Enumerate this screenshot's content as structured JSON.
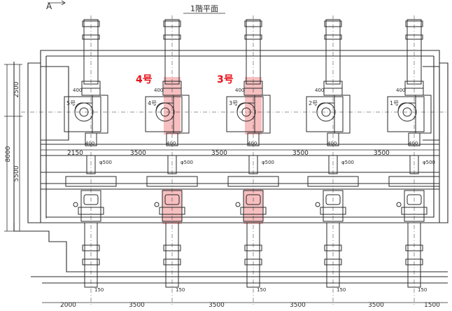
{
  "drawing": {
    "title": "1階平面",
    "section_mark": "A",
    "side_dim_total": "8000",
    "side_dim_upper": "2500",
    "side_dim_lower": "5500"
  },
  "units": [
    {
      "label": "5号",
      "highlighted": false,
      "callout": ""
    },
    {
      "label": "4号",
      "highlighted": true,
      "callout": "4号"
    },
    {
      "label": "3号",
      "highlighted": true,
      "callout": "3号"
    },
    {
      "label": "2号",
      "highlighted": false,
      "callout": ""
    },
    {
      "label": "1号",
      "highlighted": false,
      "callout": ""
    }
  ],
  "pipe_labels": {
    "top": "400",
    "bottom": "400",
    "mid": "φ500",
    "outlet": "150"
  },
  "mid_dims": [
    "2150",
    "3500",
    "3500",
    "3500",
    "3500"
  ],
  "bottom_dims": [
    "2000",
    "3500",
    "3500",
    "3500",
    "3500",
    "1500"
  ],
  "colors": {
    "line": "#2a2a2a",
    "highlight_fill": "#f08a8c",
    "highlight_opacity": "0.55",
    "callout": "#e8121b"
  }
}
